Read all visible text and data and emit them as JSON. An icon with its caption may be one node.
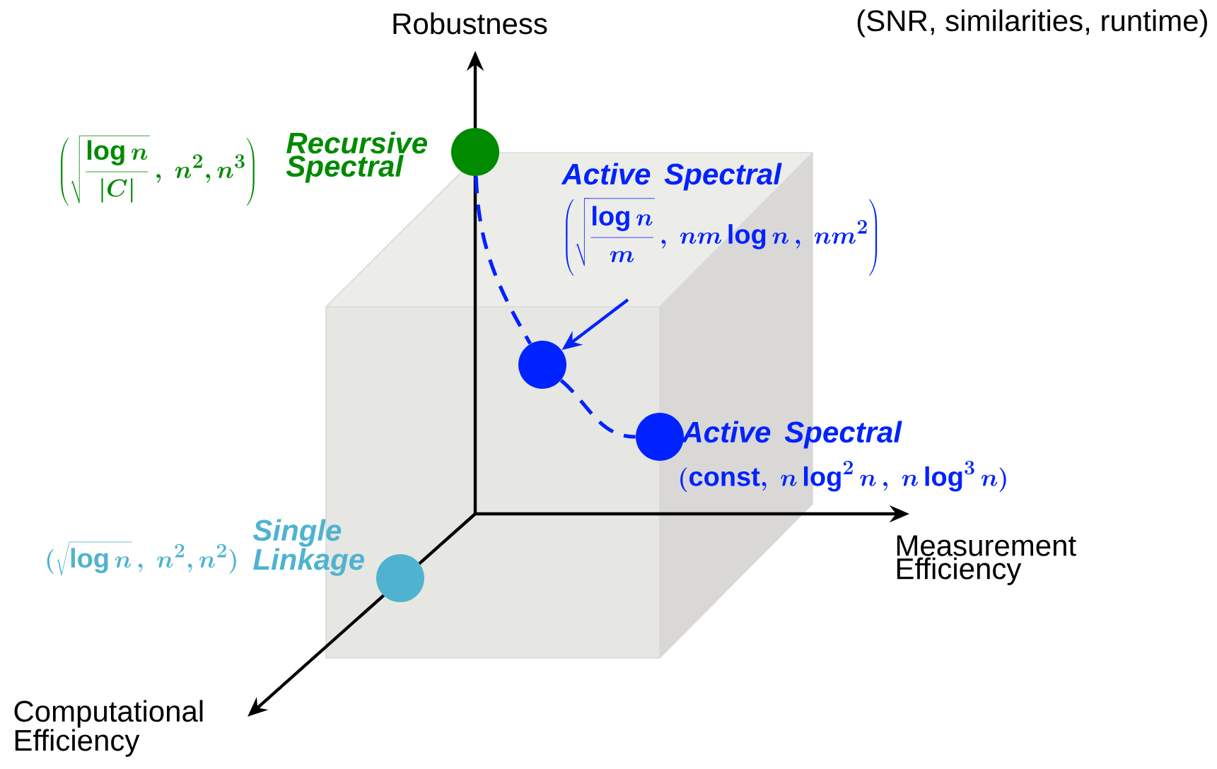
{
  "diagram": {
    "nodes": [
      {
        "text": [],
        "shape": "circle",
        "beside": [
          "Recursive Spectral",
          "\\left(\\sqrt{\\frac{\\log n}{\\vert C\\vert}}\\,,\\ n^2, n^3\\right)"
        ]
      },
      {
        "text": [],
        "shape": "circle"
      },
      {
        "text": [],
        "shape": "circle",
        "beside": [
          "Active Spectral",
          "(\\mathrm{const},\\ n\\log^2 n\\,,\\ n\\log^3 n)"
        ]
      },
      {
        "text": [],
        "shape": "circle",
        "beside": [
          "Single Linkage",
          "(\\sqrt{\\log n}\\,,\\ n^2, n^2)"
        ]
      },
      {
        "text": [
          "Active Spectral",
          "\\left(\\sqrt{\\frac{\\log n}{m}}\\,,\\ nm\\log n\\,,\\ nm^2\\right)"
        ]
      }
    ],
    "edges": [
      {
        "from": 0,
        "to": 1,
        "arrow": "none",
        "style": "dashed"
      },
      {
        "from": 1,
        "to": 2,
        "arrow": "none",
        "style": "dashed"
      },
      {
        "from": 4,
        "to": 1,
        "arrow": "to"
      }
    ],
    "labels": [
      "Robustness",
      "(SNR, similarities, runtime)",
      "Measurement Efficiency",
      "Computational Efficiency"
    ]
  }
}
